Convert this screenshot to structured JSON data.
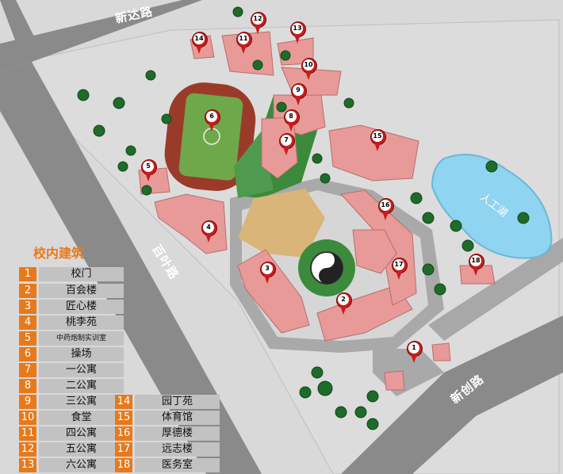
{
  "roads": [
    {
      "id": "xinda",
      "label": "新达路"
    },
    {
      "id": "baiye",
      "label": "百叶路"
    },
    {
      "id": "xinchuang",
      "label": "新创路"
    }
  ],
  "lake_label": "人工湖",
  "legend": {
    "title": "校内建筑",
    "items": [
      {
        "num": "1",
        "name": "校门"
      },
      {
        "num": "2",
        "name": "百会楼"
      },
      {
        "num": "3",
        "name": "匠心楼"
      },
      {
        "num": "4",
        "name": "桃李苑"
      },
      {
        "num": "5",
        "name": "中药炮制实训室"
      },
      {
        "num": "6",
        "name": "操场"
      },
      {
        "num": "7",
        "name": "一公寓"
      },
      {
        "num": "8",
        "name": "二公寓"
      },
      {
        "num": "9",
        "name": "三公寓"
      },
      {
        "num": "10",
        "name": "食堂"
      },
      {
        "num": "11",
        "name": "四公寓"
      },
      {
        "num": "12",
        "name": "五公寓"
      },
      {
        "num": "13",
        "name": "六公寓"
      },
      {
        "num": "14",
        "name": "园丁苑"
      },
      {
        "num": "15",
        "name": "体育馆"
      },
      {
        "num": "16",
        "name": "厚德楼"
      },
      {
        "num": "17",
        "name": "远志楼"
      },
      {
        "num": "18",
        "name": "医务室"
      }
    ]
  },
  "colors": {
    "marker": "#c81c1c",
    "legend_number_bg": "#e8791a",
    "legend_text_bg": "#c2c2c2",
    "road": "#8a8a8a",
    "grass": "#3b8a3b",
    "lake": "#8fd4f0",
    "building": "#e79a98"
  },
  "icons": {
    "marker": "map-pin-icon"
  }
}
